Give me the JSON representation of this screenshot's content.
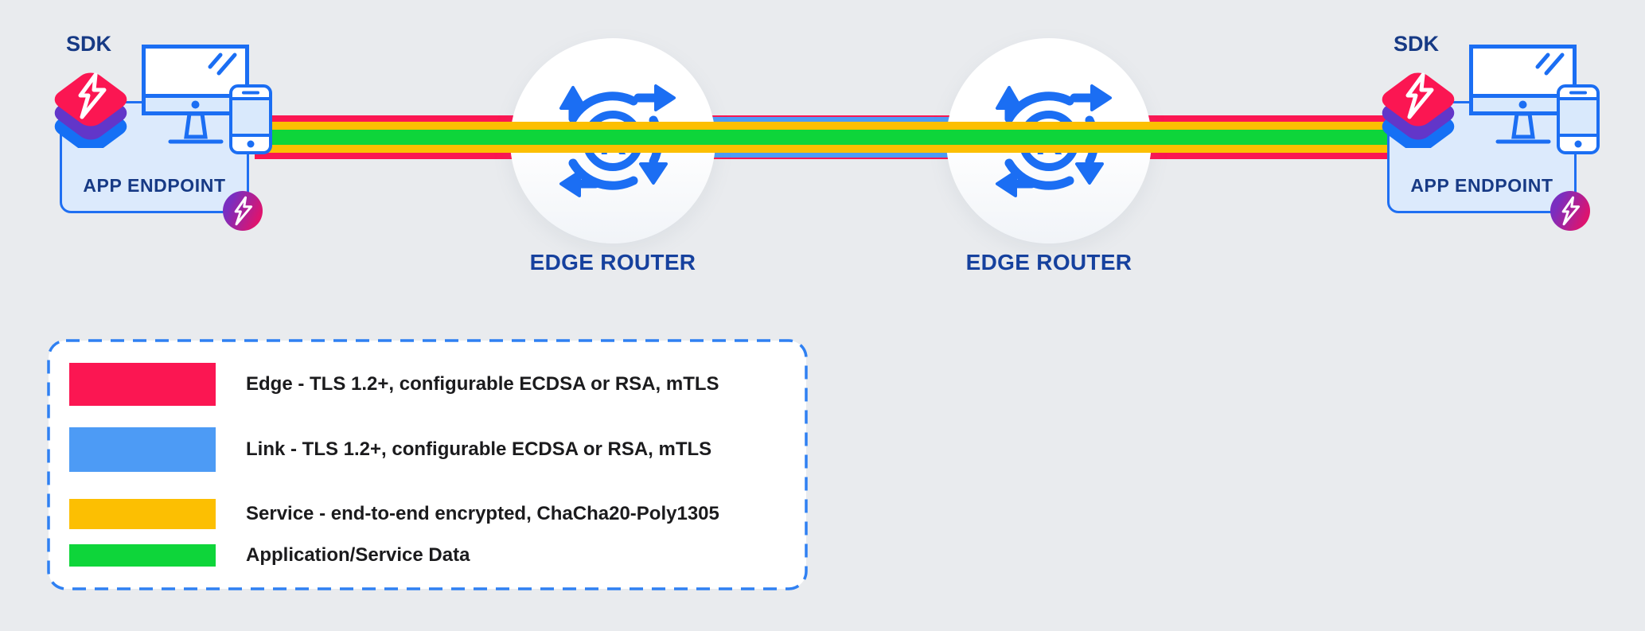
{
  "colors": {
    "background": "#E9EBEE",
    "edge_red": "#FB1652",
    "link_blue": "#4D9BF5",
    "service_yellow": "#FCBF02",
    "data_green": "#0ED53A",
    "primary_blue": "#1B6EF3",
    "navy_text": "#173A85",
    "router_label_blue": "#16419E",
    "sdk_purple": "#6236C9",
    "badge_gradient_start": "#7A2EC0",
    "badge_gradient_end": "#E0136C",
    "endpoint_fill": "#DCEAFC",
    "legend_border_blue": "#2F80F2"
  },
  "endpoints": {
    "left": {
      "sdk": "SDK",
      "label": "APP ENDPOINT"
    },
    "right": {
      "sdk": "SDK",
      "label": "APP ENDPOINT"
    }
  },
  "routers": {
    "icon_letter": "R",
    "left": {
      "label": "EDGE ROUTER"
    },
    "right": {
      "label": "EDGE ROUTER"
    }
  },
  "legend": {
    "items": [
      {
        "label": "Edge - TLS 1.2+, configurable ECDSA or RSA, mTLS",
        "color": "#FB1652"
      },
      {
        "label": "Link - TLS 1.2+, configurable ECDSA or RSA, mTLS",
        "color": "#4D9BF5"
      },
      {
        "label": "Service - end-to-end encrypted, ChaCha20-Poly1305",
        "color": "#FCBF02"
      },
      {
        "label": "Application/Service Data",
        "color": "#0ED53A"
      }
    ]
  }
}
